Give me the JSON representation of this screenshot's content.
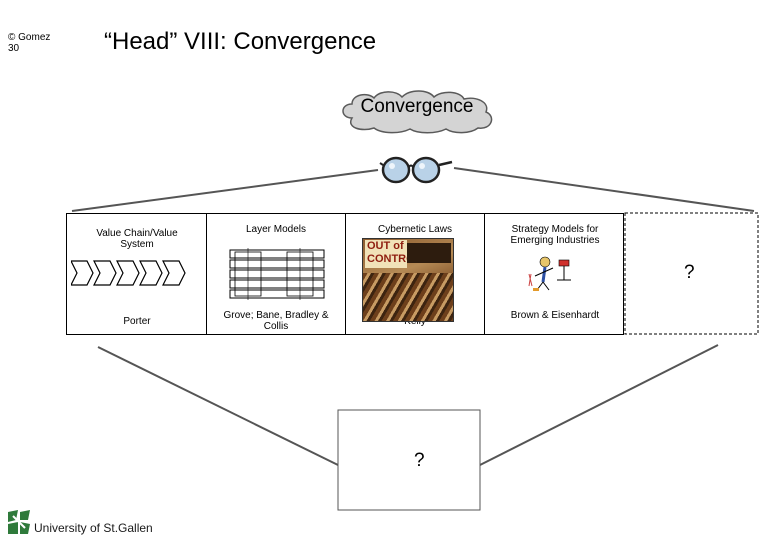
{
  "header": {
    "copyright": "© Gomez",
    "page_number": "30",
    "title": "“Head” VIII: Convergence"
  },
  "cloud": {
    "label": "Convergence"
  },
  "columns": [
    {
      "title": "Value Chain/Value System",
      "author": "Porter"
    },
    {
      "title": "Layer Models",
      "author": "Grove; Bane, Bradley & Collis"
    },
    {
      "title": "Cybernetic Laws",
      "author": "Kelly",
      "book_cover_text": "OUT of CONTROL"
    },
    {
      "title": "Strategy Models for Emerging Industries",
      "author": "Brown & Eisenhardt"
    }
  ],
  "unknown_column": {
    "mark": "?"
  },
  "bottom": {
    "mark": "?"
  },
  "footer": {
    "institution": "University of St.Gallen"
  },
  "colors": {
    "footer_brand": "#2f7a3b",
    "cloud_fill": "#d4d4d4"
  }
}
